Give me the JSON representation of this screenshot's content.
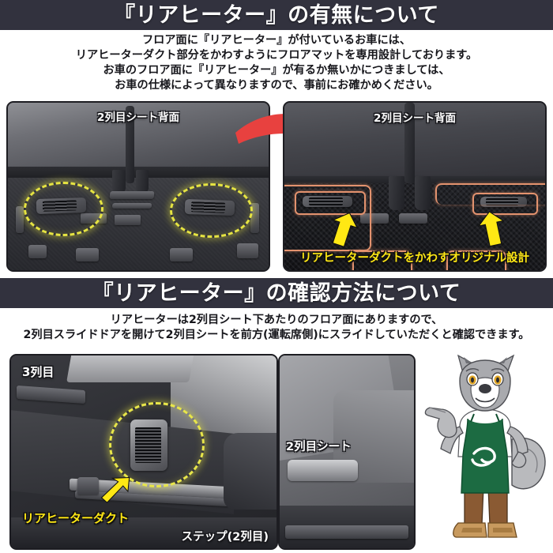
{
  "sections": [
    {
      "id": "availability",
      "header": "『リアヒーター』の有無について",
      "intro_lines": [
        "フロア面に『リアヒーター』が付いているお車には、",
        "リアヒーターダクト部分をかわすようにフロアマットを専用設計しております。",
        "お車のフロア面に『リアヒーター』が有るか無いかにつきましては、",
        "お車の仕様によって異なりますので、事前にお確かめください。"
      ]
    },
    {
      "id": "how-to-check",
      "header": "『リアヒーター』の確認方法について",
      "intro_lines": [
        "リアヒーターは2列目シート下あたりのフロア面にありますので、",
        "2列目スライドドアを開けて2列目シートを前方(運転席側)にスライドしていただくと確認できます。"
      ]
    }
  ],
  "photos": {
    "top_left": {
      "caption": "2列目シート背面",
      "alt": "リアヒーターダクトがフロア面に付いている車両の2列目シート背面"
    },
    "top_right": {
      "caption": "2列目シート背面",
      "annotation": "リアヒーターダクトをかわすオリジナル設計",
      "alt": "専用設計フロアマットを敷いた2列目シート背面"
    },
    "bottom_left": {
      "label_row3": "3列目",
      "label_step": "ステップ(2列目)",
      "annotation": "リアヒーターダクト",
      "alt": "2列目シートをスライドさせてリアヒーターダクトを確認した状態"
    },
    "bottom_right": {
      "label_seat": "2列目シート",
      "alt": "2列目シートのスライドレバー"
    }
  },
  "mascot": {
    "name": "wolf-mascot",
    "pose": "pointing",
    "colors": {
      "fur": "#a9aaae",
      "fur_dark": "#7e7f84",
      "apron": "#1c6b42",
      "shirt": "#ffffff",
      "pants": "#8a5a33",
      "boots": "#c89a5e",
      "eye": "#e0a627"
    }
  },
  "theme": {
    "header_bg": "#32323e",
    "header_text": "#ffffff",
    "body_text": "#17171c",
    "highlight_yellow": "#ffe814",
    "ring_yellow": "#e6e442",
    "arrow_red": "#e8413f",
    "mat_cut_orange": "#e3926e",
    "page_bg": "#ffffff"
  }
}
